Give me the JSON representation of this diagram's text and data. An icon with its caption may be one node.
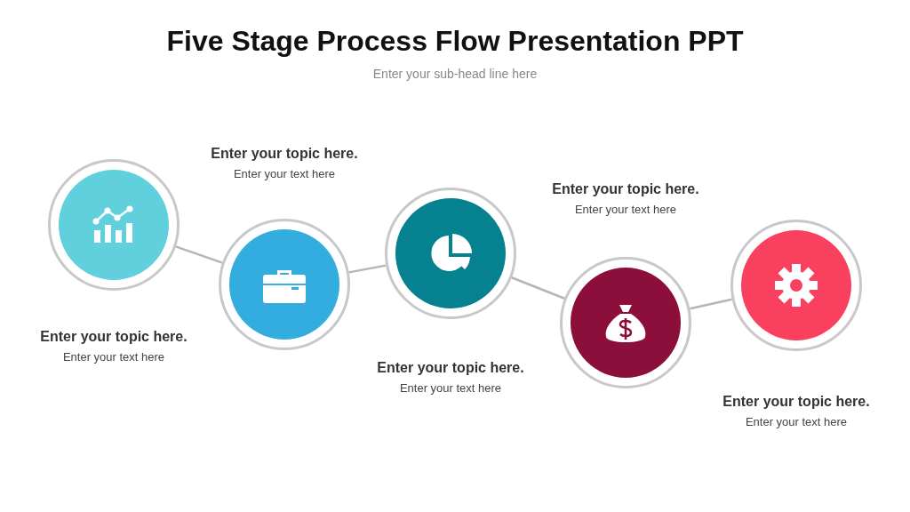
{
  "diagram": {
    "title": "Five Stage Process Flow Presentation PPT",
    "caption": "Enter your sub-head line here",
    "nodes": [
      {
        "text": [],
        "shape": "circle",
        "beside": [
          "Enter your topic here.",
          "Enter your text here"
        ]
      },
      {
        "text": [],
        "shape": "circle",
        "beside": [
          "Enter your topic here.",
          "Enter your text here"
        ]
      },
      {
        "text": [],
        "shape": "circle",
        "beside": [
          "Enter your topic here.",
          "Enter your text here"
        ]
      },
      {
        "text": [],
        "shape": "circle",
        "beside": [
          "Enter your topic here.",
          "Enter your text here"
        ]
      },
      {
        "text": [],
        "shape": "circle",
        "beside": [
          "Enter your topic here.",
          "Enter your text here"
        ]
      }
    ],
    "edges": [
      {
        "from": 0,
        "to": 1,
        "arrow": "none"
      },
      {
        "from": 1,
        "to": 2,
        "arrow": "none"
      },
      {
        "from": 2,
        "to": 3,
        "arrow": "none"
      },
      {
        "from": 3,
        "to": 4,
        "arrow": "none"
      }
    ]
  }
}
